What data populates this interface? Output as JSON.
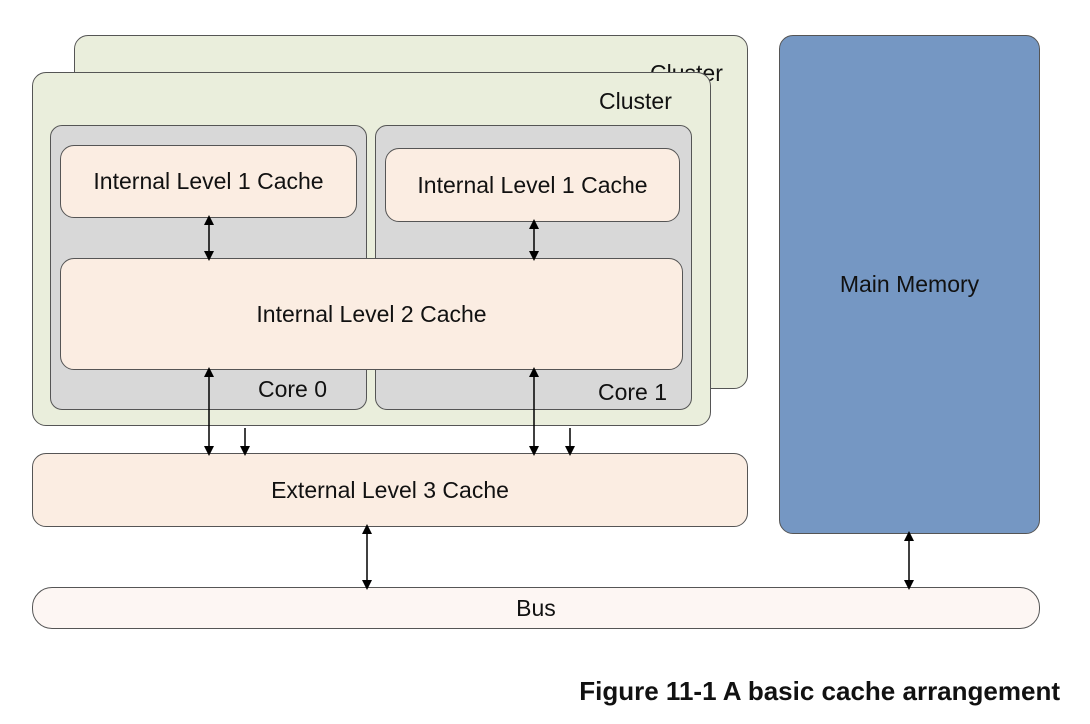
{
  "diagram": {
    "cluster_back_label": "Cluster",
    "cluster_front_label": "Cluster",
    "core0": {
      "label": "Core 0",
      "l1_label": "Internal Level 1 Cache"
    },
    "core1": {
      "label": "Core 1",
      "l1_label": "Internal Level 1 Cache"
    },
    "l2_label": "Internal Level 2 Cache",
    "l3_label": "External Level 3 Cache",
    "memory_label": "Main Memory",
    "bus_label": "Bus",
    "caption": "Figure 11-1 A basic cache arrangement"
  },
  "colors": {
    "cluster_fill": "#eaeedc",
    "core_fill": "#d8d8d8",
    "cache_fill": "#fbede2",
    "memory_fill": "#7597c3",
    "bus_fill": "#fdf6f3"
  }
}
